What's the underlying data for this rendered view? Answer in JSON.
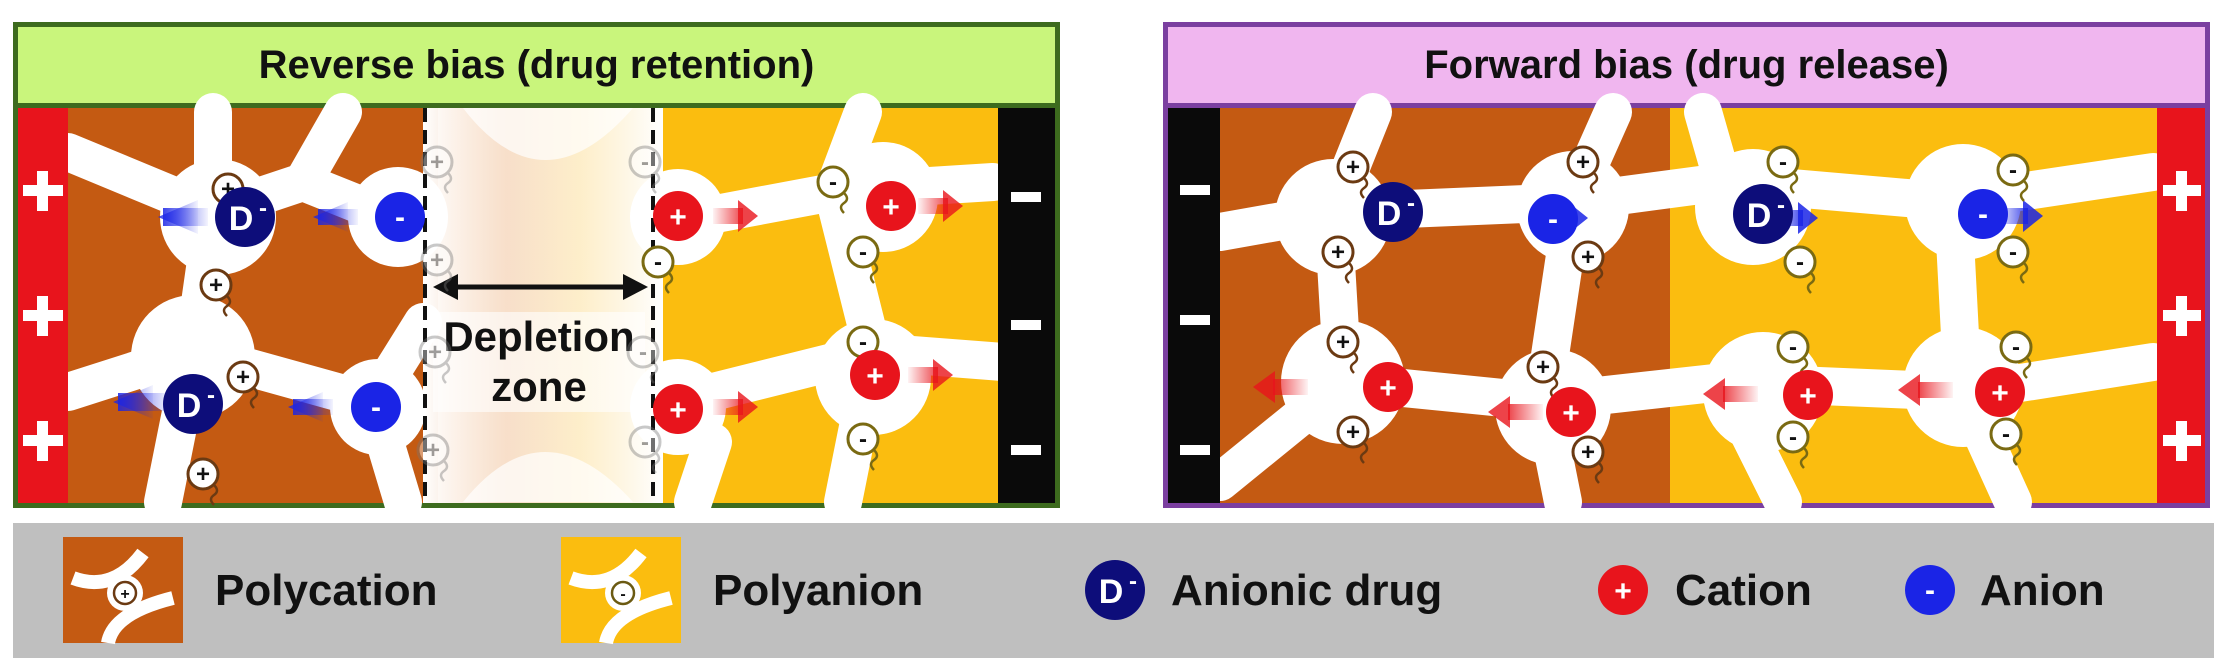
{
  "left_panel": {
    "title": "Reverse bias (drug retention)",
    "border": "#3d6b1e",
    "header_bg": "#c9f57c"
  },
  "right_panel": {
    "title": "Forward bias (drug release)",
    "border": "#7b3fa0",
    "header_bg": "#f0b6ef"
  },
  "depletion_zone": {
    "line1": "Depletion",
    "line2": "zone"
  },
  "symbols": {
    "plus": "+",
    "minus": "-",
    "drug": "D"
  },
  "legend": {
    "items": [
      {
        "label": "Polycation",
        "icon": "polycation-swatch-icon"
      },
      {
        "label": "Polyanion",
        "icon": "polyanion-swatch-icon"
      },
      {
        "label": "Anionic drug",
        "icon": "anionic-drug-icon"
      },
      {
        "label": "Cation",
        "icon": "cation-icon"
      },
      {
        "label": "Anion",
        "icon": "anion-icon"
      }
    ]
  },
  "colors": {
    "polycation": "#c45a12",
    "polyanion": "#fbbd0f",
    "drug": "#0d0d7a",
    "cation": "#e8141c",
    "anion": "#1a24e6",
    "electrode_positive": "#e8141c",
    "electrode_negative": "#0a0a0a",
    "legend_bg": "#bfbfbf"
  }
}
